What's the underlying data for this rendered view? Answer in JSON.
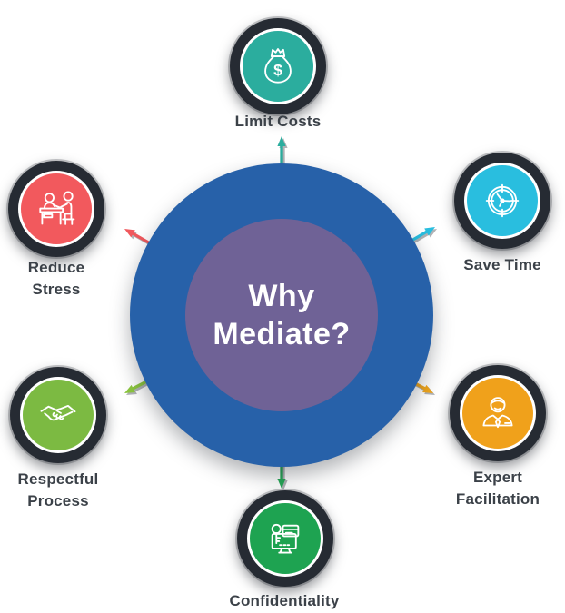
{
  "theme": {
    "background": "#FFFFFF",
    "ring_color": "#262B33",
    "label_color": "#3B4148",
    "center_outer_color": "#2761A9",
    "center_inner_color": "#6F6296",
    "center_text_color": "#FFFFFF"
  },
  "center": {
    "title_line1": "Why",
    "title_line2": "Mediate?"
  },
  "nodes": [
    {
      "id": "limit-costs",
      "label": "Limit Costs",
      "icon": "money-bag-icon",
      "circle_color": "#2BAD9E",
      "arrow_color": "#2BAD9E",
      "icon_glyph": "$"
    },
    {
      "id": "save-time",
      "label": "Save Time",
      "icon": "clock-icon",
      "circle_color": "#29BEDF",
      "arrow_color": "#29BEDF"
    },
    {
      "id": "expert-facilitation",
      "label": "Expert Facilitation",
      "icon": "consultant-icon",
      "circle_color": "#F0A11B",
      "arrow_color": "#F2A71B"
    },
    {
      "id": "confidentiality",
      "label": "Confidentiality",
      "icon": "secure-data-icon",
      "circle_color": "#1EA351",
      "arrow_color": "#27A857"
    },
    {
      "id": "respectful-process",
      "label": "Respectful Process",
      "icon": "handshake-icon",
      "circle_color": "#7CBA42",
      "arrow_color": "#8CC63F"
    },
    {
      "id": "reduce-stress",
      "label": "Reduce Stress",
      "icon": "meeting-icon",
      "circle_color": "#F2595D",
      "arrow_color": "#F0585D"
    }
  ]
}
